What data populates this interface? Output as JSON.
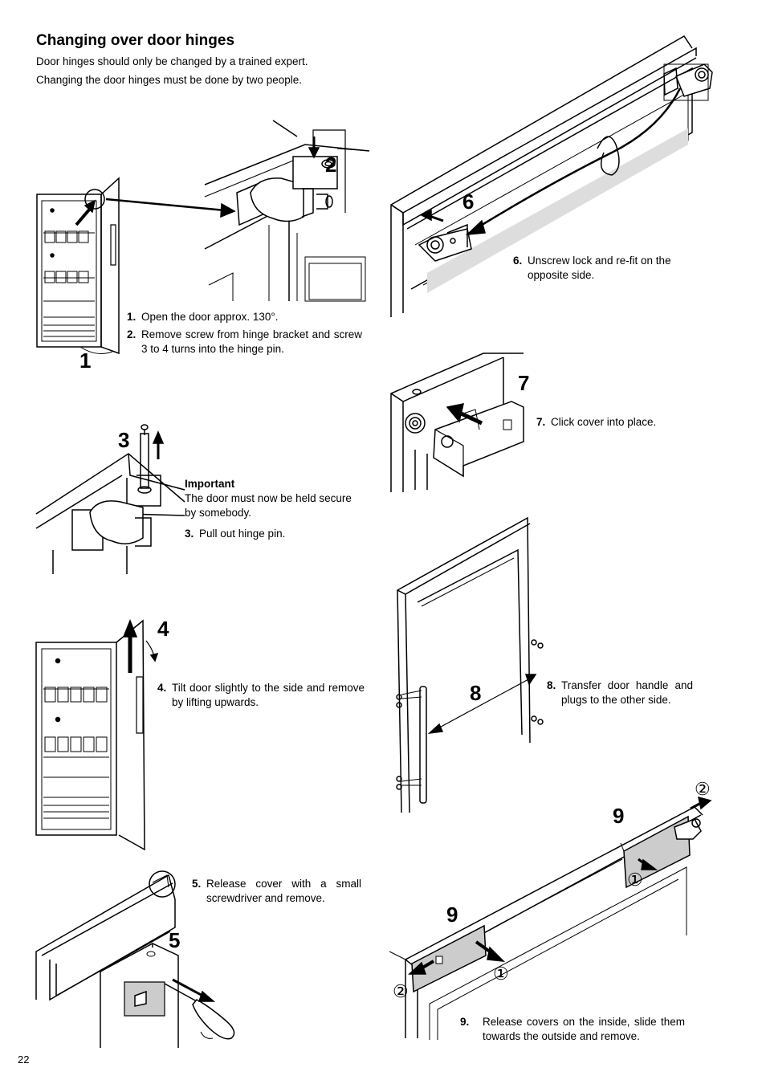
{
  "page": {
    "title": "Changing over door hinges",
    "intro_lines": [
      "Door hinges should only be changed by a trained expert.",
      "Changing the door hinges must be done by two people."
    ],
    "page_number": "22"
  },
  "steps": {
    "s1": {
      "num": "1.",
      "text": "Open the door approx. 130°."
    },
    "s2": {
      "num": "2.",
      "text": "Remove screw from hinge bracket and screw 3 to 4 turns into the hinge pin."
    },
    "important_title": "Important",
    "important_text": "The door must now be held secure by somebody.",
    "s3": {
      "num": "3.",
      "text": "Pull out hinge pin."
    },
    "s4": {
      "num": "4.",
      "text": "Tilt door slightly to the side and remove by lifting upwards."
    },
    "s5": {
      "num": "5.",
      "text": "Release cover with a small screwdriver and remove."
    },
    "s6": {
      "num": "6.",
      "text": "Unscrew lock and re-fit on the opposite side."
    },
    "s7": {
      "num": "7.",
      "text": "Click cover into place."
    },
    "s8": {
      "num": "8.",
      "text": "Transfer door handle and plugs to the other side."
    },
    "s9": {
      "num": "9.",
      "text": "Release covers on the inside, slide them towards the outside and remove."
    }
  },
  "figure_labels": {
    "f1": "1",
    "f2": "2",
    "f3": "3",
    "f4": "4",
    "f5": "5",
    "f6": "6",
    "f7": "7",
    "f8": "8",
    "f9a": "9",
    "f9b": "9",
    "circ1": "①",
    "circ2": "②"
  }
}
